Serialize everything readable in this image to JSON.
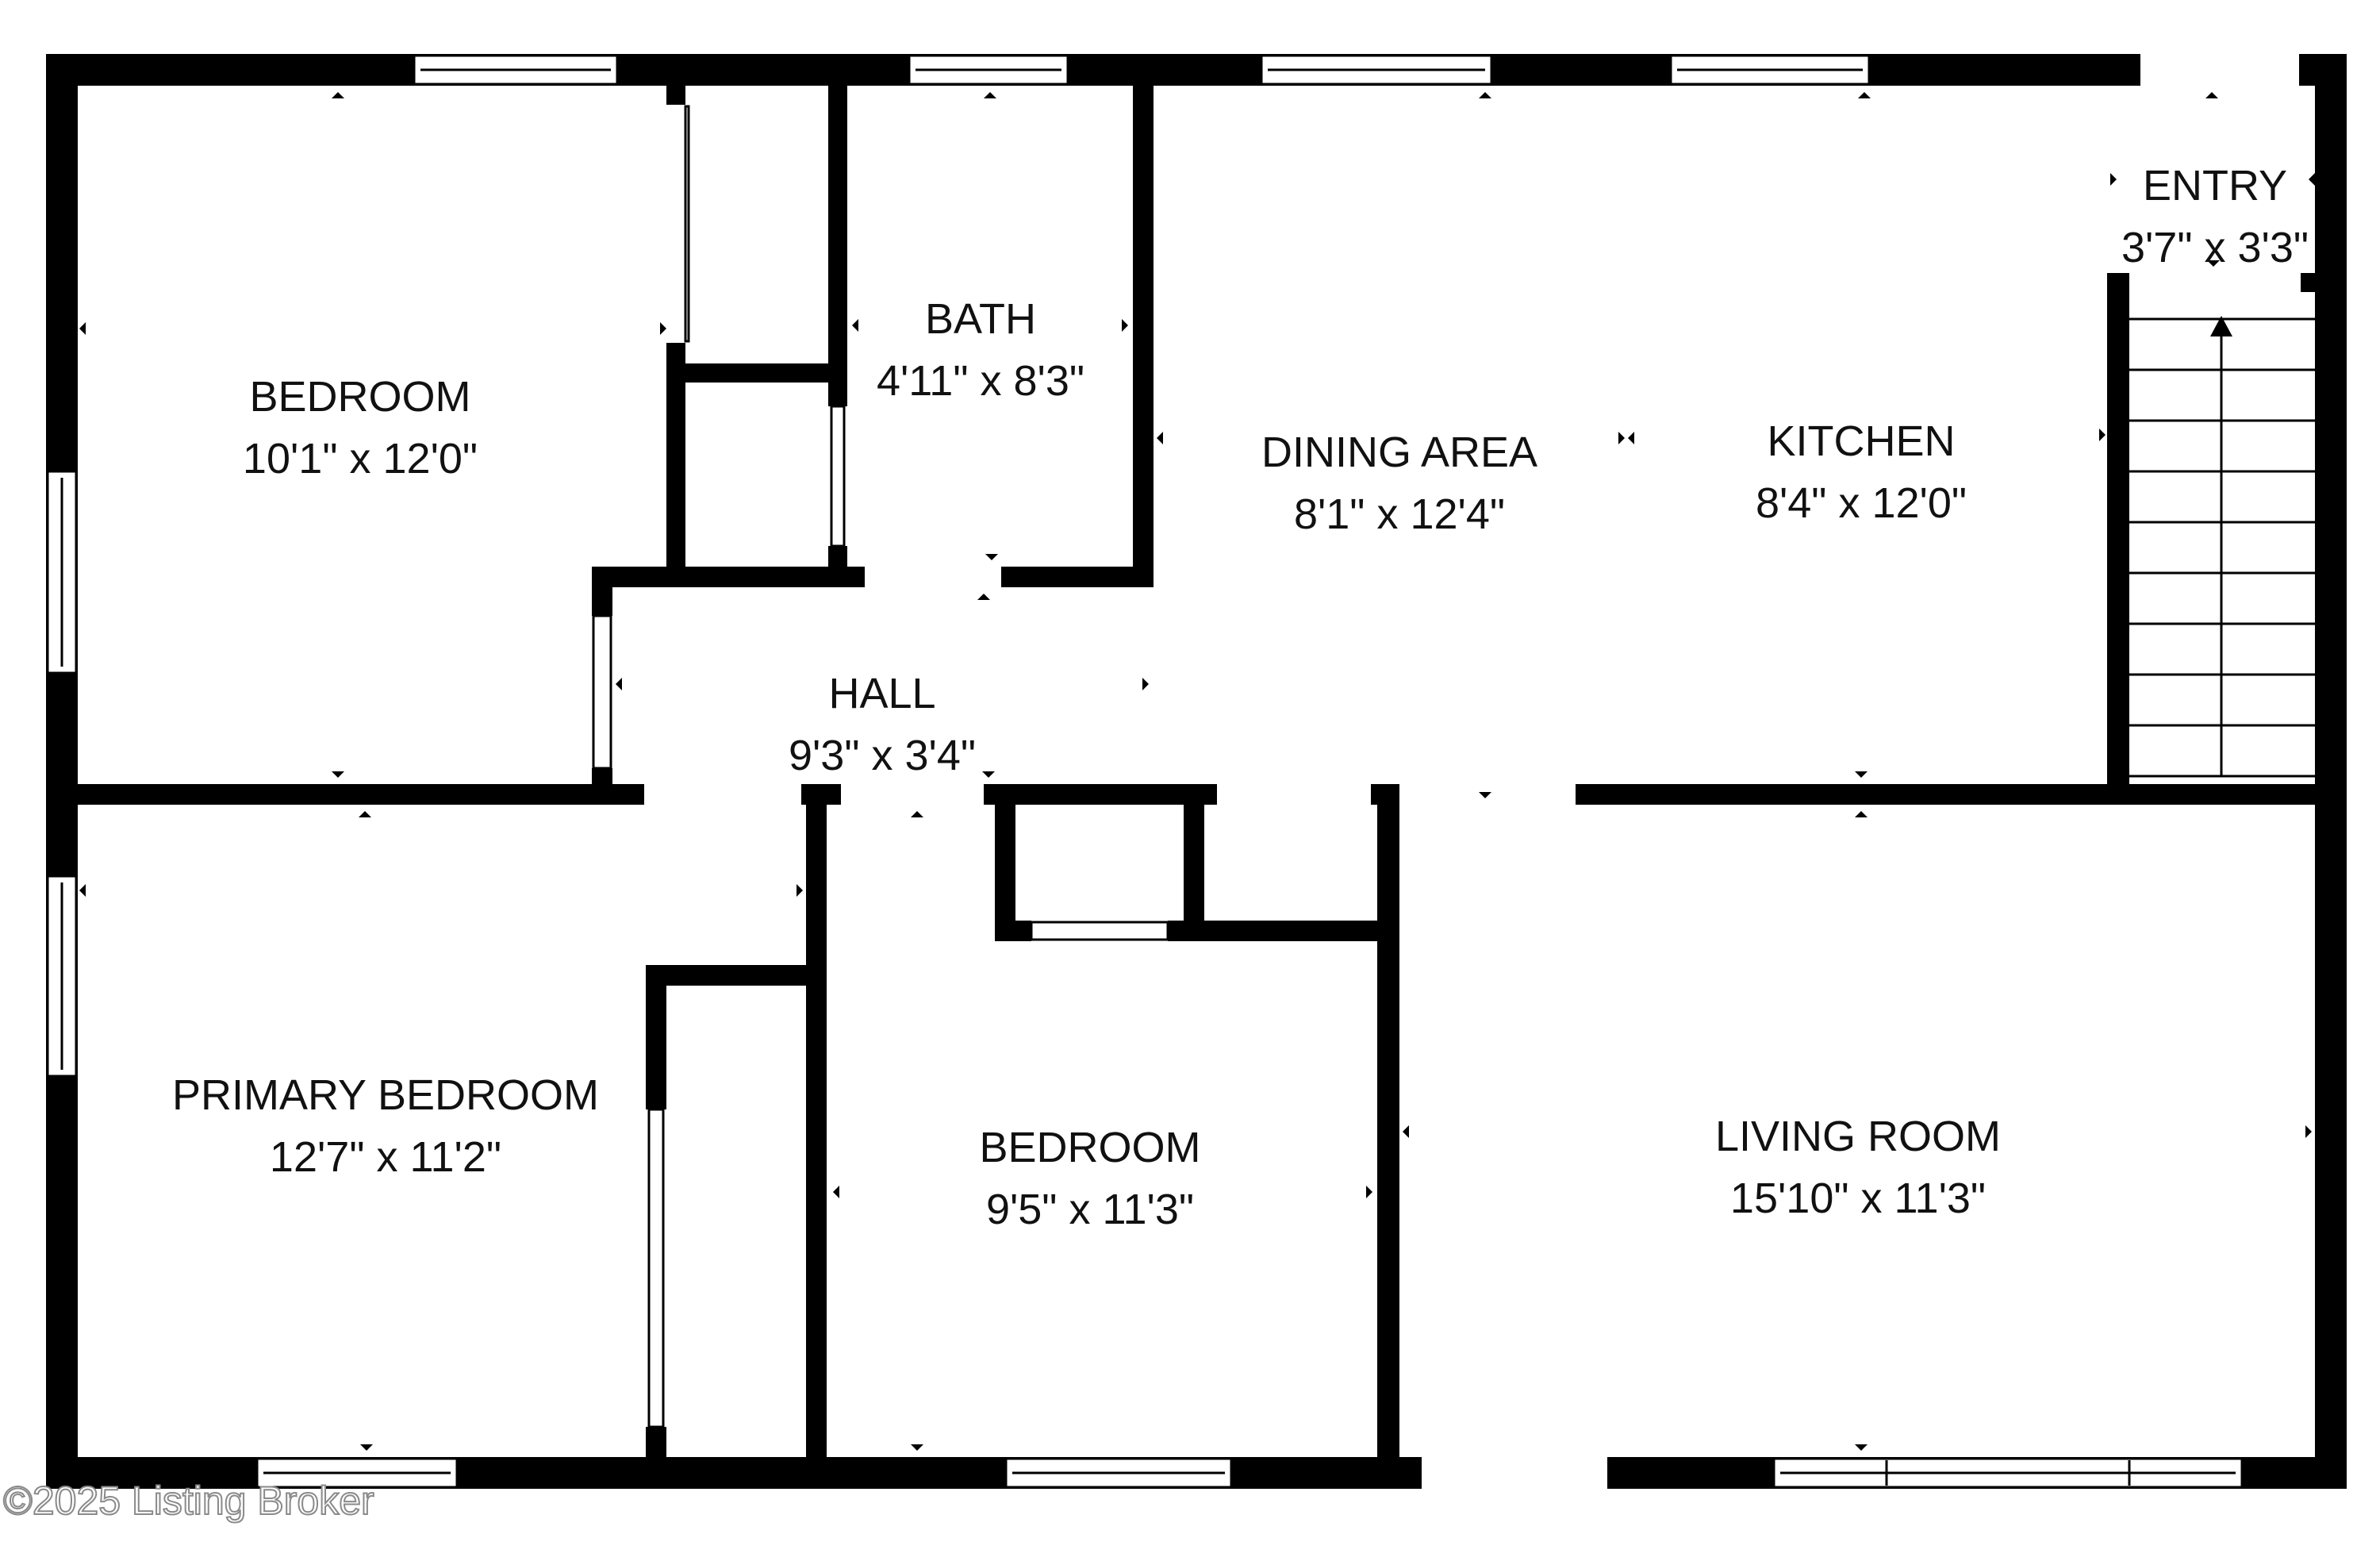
{
  "rooms": {
    "bedroom_nw": {
      "name": "BEDROOM",
      "size": "10'1\" x 12'0\""
    },
    "bath": {
      "name": "BATH",
      "size": "4'11\" x 8'3\""
    },
    "dining": {
      "name": "DINING AREA",
      "size": "8'1\" x 12'4\""
    },
    "kitchen": {
      "name": "KITCHEN",
      "size": "8'4\" x 12'0\""
    },
    "entry": {
      "name": "ENTRY",
      "size": "3'7\" x 3'3\""
    },
    "hall": {
      "name": "HALL",
      "size": "9'3\" x 3'4\""
    },
    "primary_bedroom": {
      "name": "PRIMARY BEDROOM",
      "size": "12'7\" x 11'2\""
    },
    "bedroom_s": {
      "name": "BEDROOM",
      "size": "9'5\" x 11'3\""
    },
    "living": {
      "name": "LIVING ROOM",
      "size": "15'10\" x 11'3\""
    }
  },
  "watermark": "©2025 Listing Broker",
  "colors": {
    "wall": "#000000",
    "background": "#ffffff",
    "text": "#111111"
  }
}
